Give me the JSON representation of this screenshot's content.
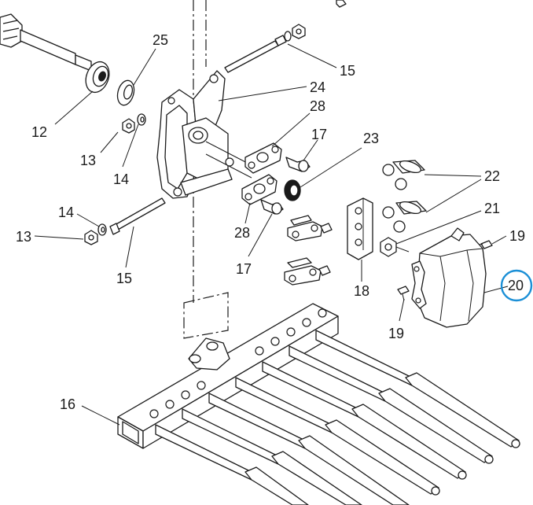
{
  "callouts": [
    {
      "id": "c25",
      "text": "25"
    },
    {
      "id": "c15a",
      "text": "15"
    },
    {
      "id": "c24",
      "text": "24"
    },
    {
      "id": "c28a",
      "text": "28"
    },
    {
      "id": "c17a",
      "text": "17"
    },
    {
      "id": "c23",
      "text": "23"
    },
    {
      "id": "c22",
      "text": "22"
    },
    {
      "id": "c21",
      "text": "21"
    },
    {
      "id": "c19a",
      "text": "19"
    },
    {
      "id": "c20",
      "text": "20"
    },
    {
      "id": "c19b",
      "text": "19"
    },
    {
      "id": "c18",
      "text": "18"
    },
    {
      "id": "c17b",
      "text": "17"
    },
    {
      "id": "c28b",
      "text": "28"
    },
    {
      "id": "c12",
      "text": "12"
    },
    {
      "id": "c13a",
      "text": "13"
    },
    {
      "id": "c14a",
      "text": "14"
    },
    {
      "id": "c14b",
      "text": "14"
    },
    {
      "id": "c13b",
      "text": "13"
    },
    {
      "id": "c15b",
      "text": "15"
    },
    {
      "id": "c16",
      "text": "16"
    }
  ],
  "highlight": {
    "callout": "20",
    "color": "#1b8fd6"
  },
  "line_color": "#1a1a1a"
}
